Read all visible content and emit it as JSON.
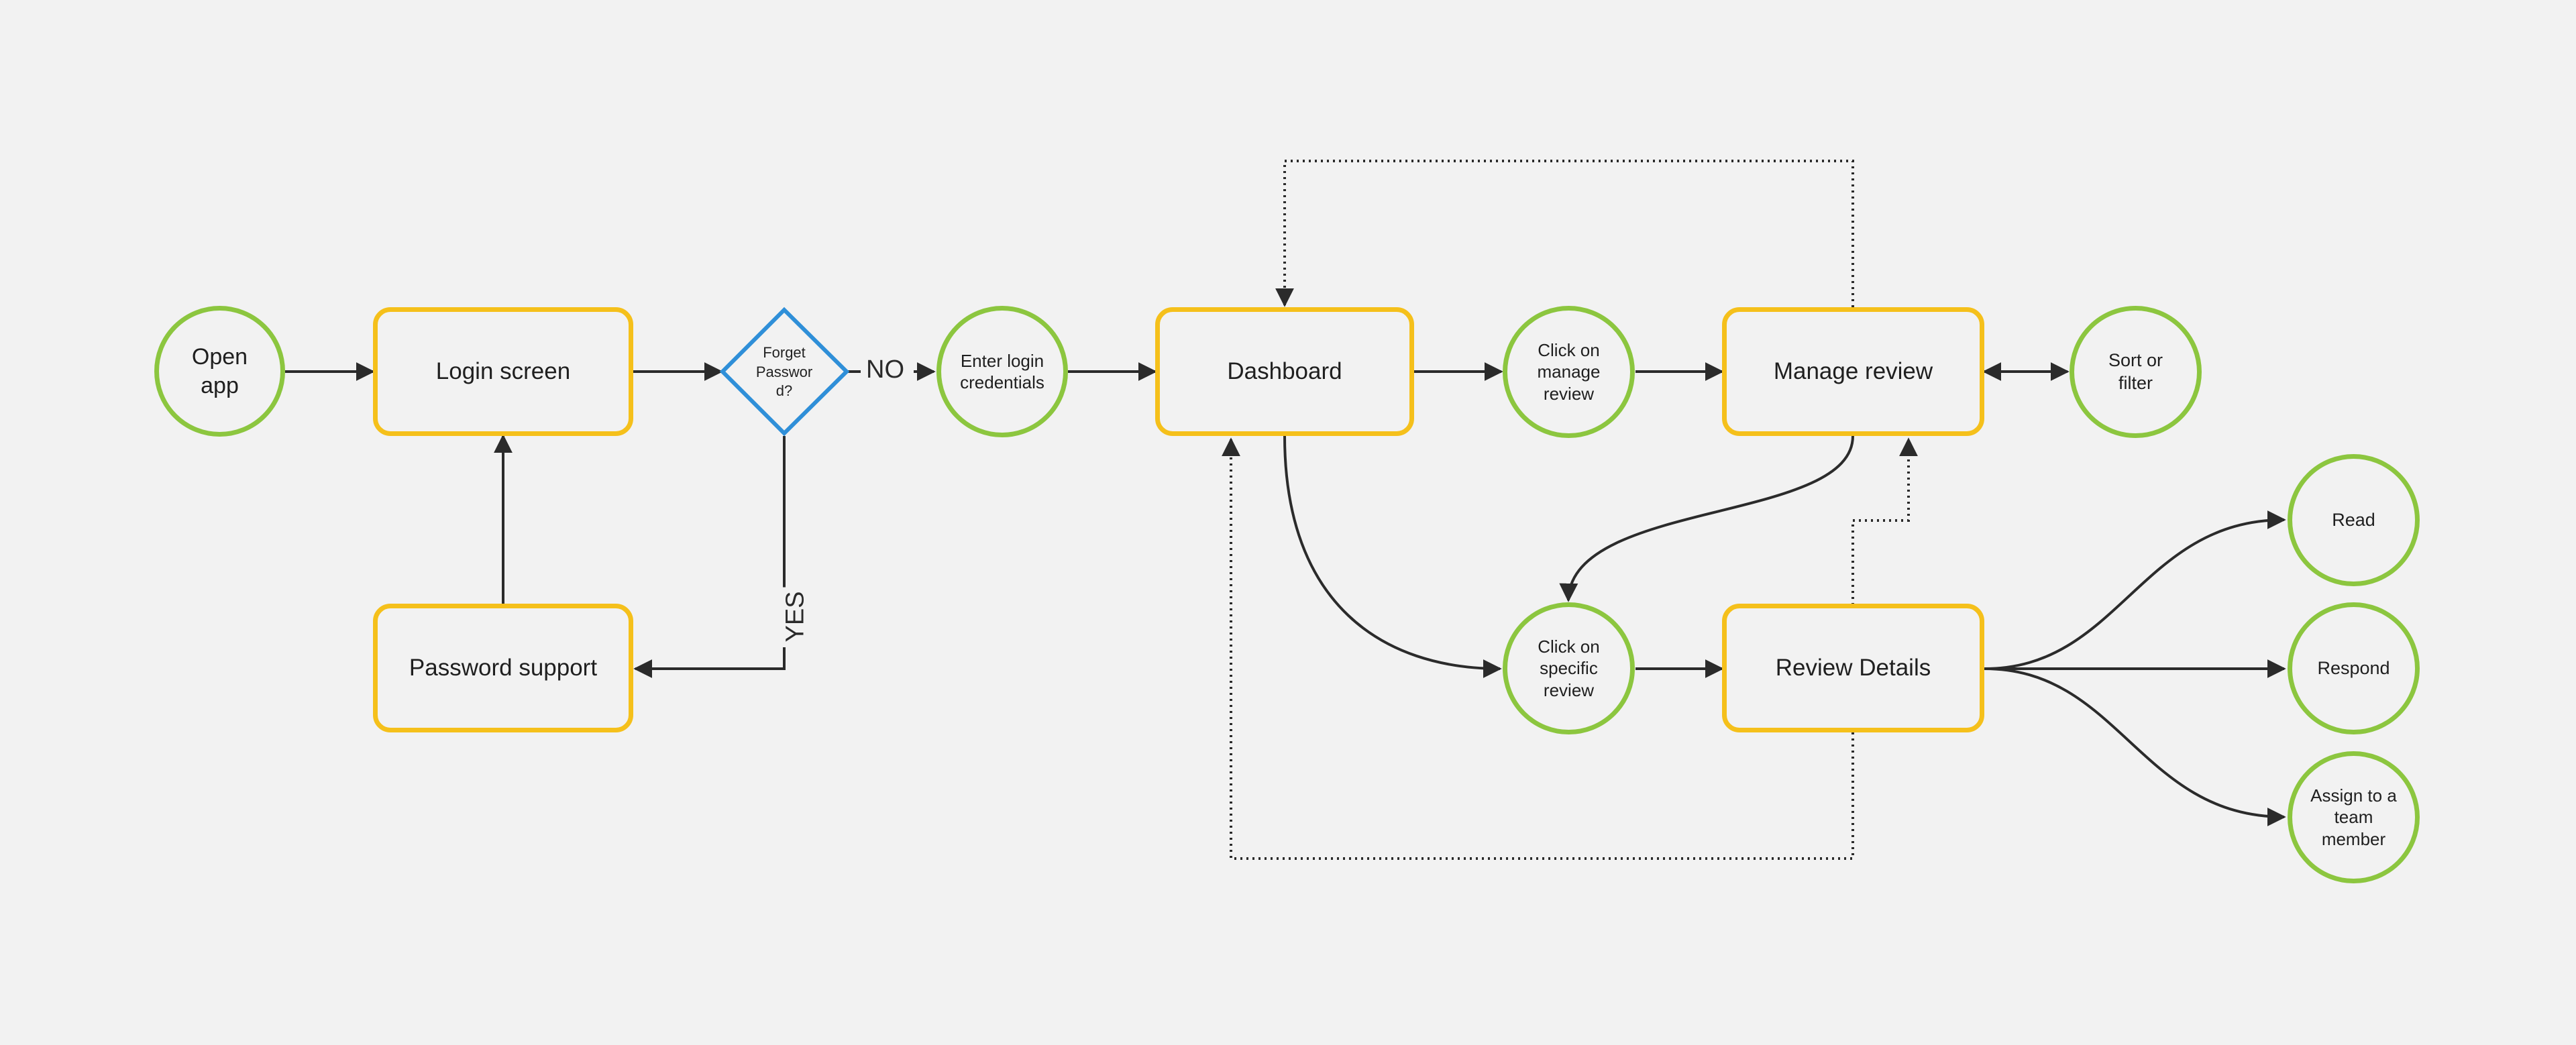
{
  "nodes": {
    "open_app": "Open\napp",
    "login_screen": "Login screen",
    "forget_password": "Forget\nPasswor\nd?",
    "enter_login": "Enter login\ncredentials",
    "dashboard": "Dashboard",
    "click_manage": "Click on\nmanage\nreview",
    "manage_review": "Manage review",
    "sort_filter": "Sort or\nfilter",
    "password_support": "Password support",
    "click_specific": "Click on\nspecific\nreview",
    "review_details": "Review Details",
    "read": "Read",
    "respond": "Respond",
    "assign": "Assign to a\nteam\nmember"
  },
  "edge_labels": {
    "no": "NO",
    "yes": "YES"
  },
  "colors": {
    "terminal_border": "#8cc63f",
    "process_border": "#f5c01b",
    "decision_border": "#2f8fd8",
    "line": "#2b2b2b",
    "background": "#f2f2f2"
  }
}
